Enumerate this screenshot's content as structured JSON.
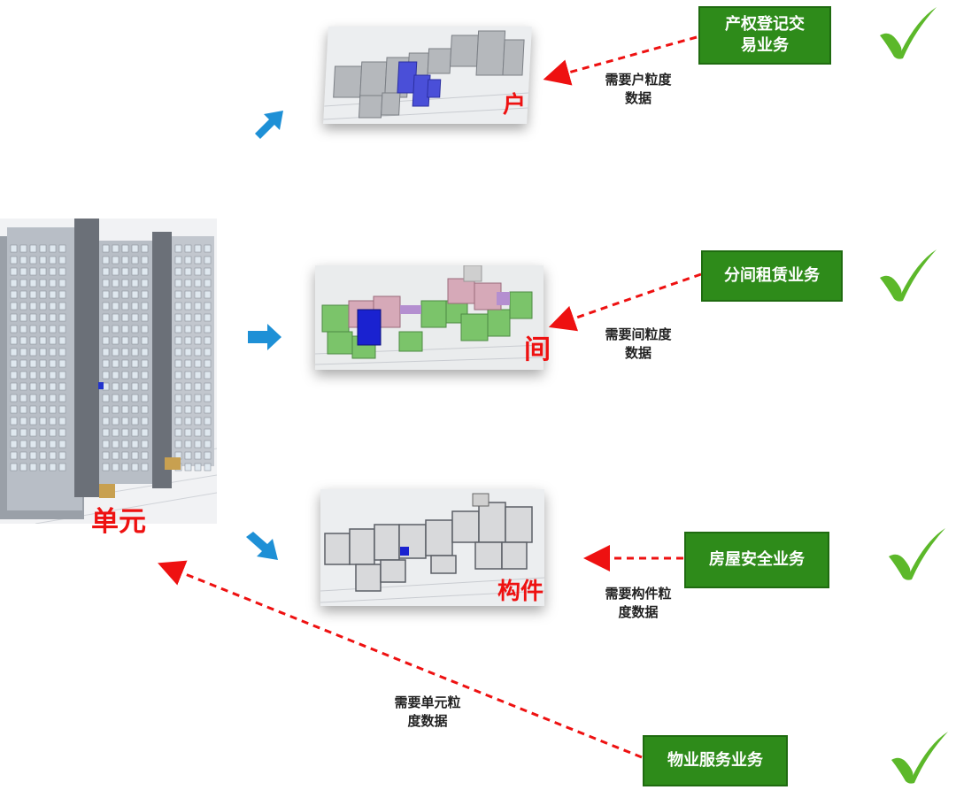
{
  "building": {
    "label": "单元"
  },
  "levels": [
    {
      "label": "户",
      "business": "产权登记交易业务",
      "business_line1": "产权登记交",
      "business_line2": "易业务",
      "requirement_line1": "需要户粒度",
      "requirement_line2": "数据"
    },
    {
      "label": "间",
      "business": "分间租赁业务",
      "requirement_line1": "需要间粒度",
      "requirement_line2": "数据"
    },
    {
      "label": "构件",
      "business": "房屋安全业务",
      "requirement_line1": "需要构件粒",
      "requirement_line2": "度数据"
    }
  ],
  "unit_business": {
    "business": "物业服务业务",
    "requirement_line1": "需要单元粒",
    "requirement_line2": "度数据"
  },
  "colors": {
    "business_box": "#2e8b1a",
    "label_red": "#ee1111",
    "dashed_arrow": "#ee1111",
    "blue_arrow": "#1e90d6",
    "check": "#5cb82a"
  },
  "icons": [
    "blue-arrow-icon",
    "check-icon"
  ]
}
